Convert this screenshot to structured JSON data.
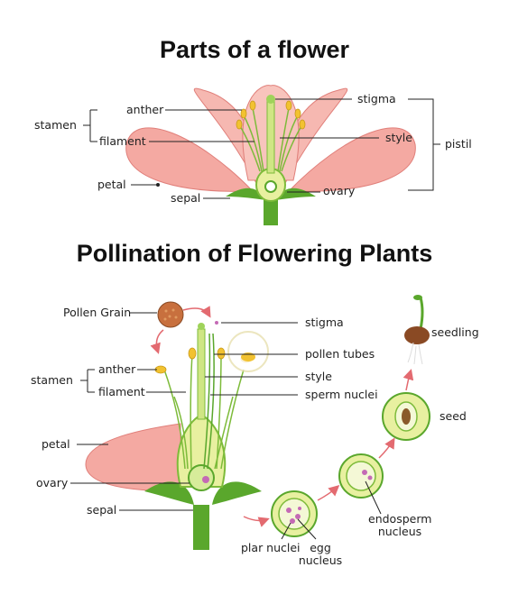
{
  "top": {
    "title": "Parts of a flower",
    "labels": {
      "stamen": "stamen",
      "anther": "anther",
      "filament": "filament",
      "petal": "petal",
      "sepal": "sepal",
      "stigma": "stigma",
      "style": "style",
      "ovary": "ovary",
      "pistil": "pistil"
    }
  },
  "bottom": {
    "title": "Pollination of Flowering Plants",
    "labels": {
      "pollen_grain": "Pollen Grain",
      "stamen": "stamen",
      "anther": "anther",
      "filament": "filament",
      "petal": "petal",
      "ovary": "ovary",
      "sepal": "sepal",
      "stigma": "stigma",
      "pollen_tubes": "pollen tubes",
      "style": "style",
      "sperm_nuclei": "sperm nuclei",
      "seedling": "seedling",
      "seed": "seed",
      "endosperm_line1": "endosperm",
      "endosperm_line2": "nucleus",
      "plar_nuclei": "plar nuclei",
      "egg_line1": "egg",
      "egg_line2": "nucleus"
    }
  },
  "colors": {
    "petal": "#f4a9a2",
    "petal_dark": "#e07f7a",
    "stem": "#5aa72c",
    "stem_light": "#9fd35a",
    "anther": "#f2c230",
    "ovary": "#e8f0a0",
    "pollen": "#c8703e",
    "arrow": "#e36a70",
    "line": "#222222"
  }
}
